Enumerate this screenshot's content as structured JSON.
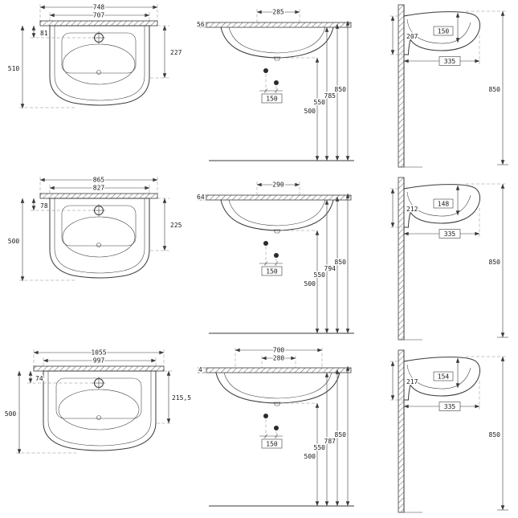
{
  "drawing": {
    "background": "#ffffff",
    "line_color": "#3a3a3a"
  },
  "rows": [
    {
      "plan": {
        "width_outer": "748",
        "width_inner": "707",
        "back_offset": "81",
        "depth_total": "510",
        "depth_bowl": "227"
      },
      "front": {
        "width_top": "285",
        "edge": "56",
        "hole_spacing": "150",
        "h_total": "850",
        "h_front": "785",
        "h_mid": "550",
        "h_under": "500"
      },
      "side": {
        "height_back": "207",
        "depth_inner": "150",
        "projection": "335",
        "height_rim": "850"
      }
    },
    {
      "plan": {
        "width_outer": "865",
        "width_inner": "827",
        "back_offset": "78",
        "depth_total": "500",
        "depth_bowl": "225"
      },
      "front": {
        "width_top": "290",
        "edge": "64",
        "hole_spacing": "150",
        "h_total": "850",
        "h_front": "794",
        "h_mid": "550",
        "h_under": "500"
      },
      "side": {
        "height_back": "212",
        "depth_inner": "148",
        "projection": "335",
        "height_rim": "850"
      }
    },
    {
      "plan": {
        "width_outer": "1055",
        "width_inner": "997",
        "back_offset": "74",
        "depth_total": "500",
        "depth_bowl": "215,5"
      },
      "front": {
        "width_outer": "700",
        "width_top": "280",
        "edge": "4",
        "hole_spacing": "150",
        "h_total": "850",
        "h_front": "787",
        "h_mid": "550",
        "h_under": "500"
      },
      "side": {
        "height_back": "217",
        "depth_inner": "154",
        "projection": "335",
        "height_rim": "850"
      }
    }
  ]
}
